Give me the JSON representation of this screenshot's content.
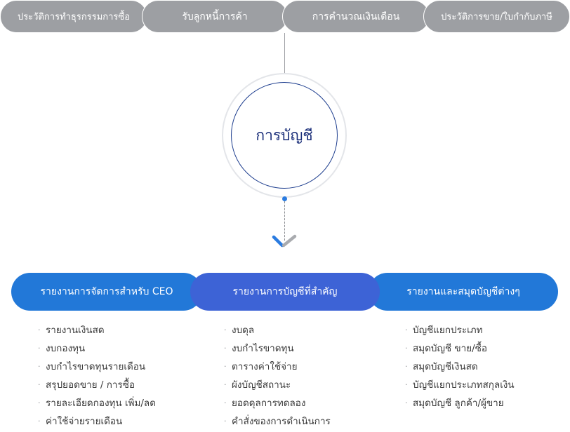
{
  "top_tabs": [
    "ประวัติการทำธุรกรรมการซื้อ",
    "รับลูกหนี้การค้า",
    "การคำนวณเงินเดือน",
    "ประวัติการขาย/ใบกำกับภาษี"
  ],
  "center_label": "การบัญชี",
  "categories": [
    {
      "title": "รายงานการจัดการสำหรับ CEO",
      "items": [
        "รายงานเงินสด",
        "งบกองทุน",
        "งบกำไรขาดทุนรายเดือน",
        "สรุปยอดขาย / การซื้อ",
        "รายละเอียดกองทุน เพิ่ม/ลด",
        "ค่าใช้จ่ายรายเดือน"
      ]
    },
    {
      "title": "รายงานการบัญชีที่สำคัญ",
      "items": [
        "งบดุล",
        "งบกำไรขาดทุน",
        "ตารางค่าใช้จ่าย",
        "ผังบัญชีสถานะ",
        "ยอดดุลการทดลอง",
        "คำสั่งของการดำเนินการ"
      ]
    },
    {
      "title": "รายงานและสมุดบัญชีต่างๆ",
      "items": [
        "บัญชีแยกประเภท",
        "สมุดบัญชี ขาย/ซื้อ",
        "สมุดบัญชีเงินสด",
        "บัญชีแยกประเภทสกุลเงิน",
        "สมุดบัญชี ลูกค้า/ผู้ขาย"
      ]
    }
  ],
  "colors": {
    "tab_gray": "#9d9fa3",
    "category_blue": "#2278d8",
    "category_center": "#3d63d6",
    "circle_text": "#1b2f7a",
    "chevron_blue": "#2a7be0",
    "chevron_gray": "#a9abaf"
  },
  "icons": {
    "chevron": "chevron-down-icon"
  }
}
